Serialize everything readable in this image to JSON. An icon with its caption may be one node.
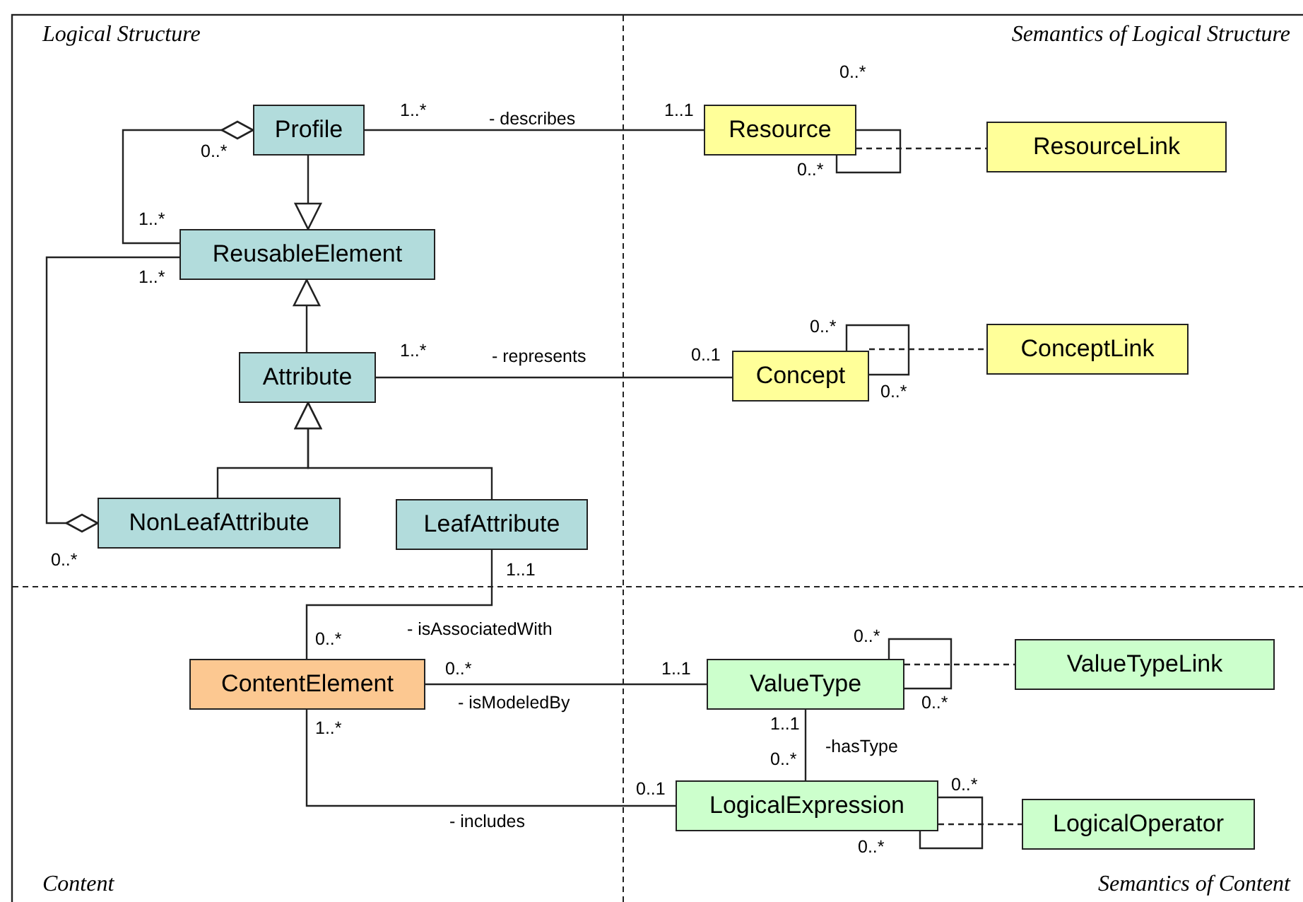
{
  "diagram": {
    "nodes": [
      {
        "text": [
          "Profile"
        ]
      },
      {
        "text": [
          "Resource"
        ]
      },
      {
        "text": [
          "ResourceLink"
        ]
      },
      {
        "text": [
          "ReusableElement"
        ]
      },
      {
        "text": [
          "Attribute"
        ]
      },
      {
        "text": [
          "Concept"
        ]
      },
      {
        "text": [
          "ConceptLink"
        ]
      },
      {
        "text": [
          "NonLeafAttribute"
        ]
      },
      {
        "text": [
          "LeafAttribute"
        ]
      },
      {
        "text": [
          "ContentElement"
        ]
      },
      {
        "text": [
          "ValueType"
        ]
      },
      {
        "text": [
          "ValueTypeLink"
        ]
      },
      {
        "text": [
          "LogicalExpression"
        ]
      },
      {
        "text": [
          "LogicalOperator"
        ]
      }
    ],
    "edges": [
      {
        "from": 0,
        "to": 3,
        "arrow": "other"
      },
      {
        "from": 0,
        "to": 3,
        "arrow": "to"
      },
      {
        "from": 0,
        "to": 1,
        "arrow": "none",
        "label": "- describes"
      },
      {
        "from": 1,
        "to": 1,
        "arrow": "none"
      },
      {
        "from": 1,
        "to": 2,
        "arrow": "none",
        "style": "dashed"
      },
      {
        "from": 4,
        "to": 3,
        "arrow": "to"
      },
      {
        "from": 7,
        "to": 3,
        "arrow": "other"
      },
      {
        "from": 4,
        "to": 5,
        "arrow": "none",
        "label": "- represents"
      },
      {
        "from": 5,
        "to": 5,
        "arrow": "none"
      },
      {
        "from": 5,
        "to": 6,
        "arrow": "none",
        "style": "dashed"
      },
      {
        "from": 7,
        "to": 4,
        "arrow": "to"
      },
      {
        "from": 8,
        "to": 4,
        "arrow": "to"
      },
      {
        "from": 8,
        "to": 9,
        "arrow": "none",
        "label": "- isAssociatedWith"
      },
      {
        "from": 9,
        "to": 10,
        "arrow": "none",
        "label": "- isModeledBy"
      },
      {
        "from": 9,
        "to": 12,
        "arrow": "none",
        "label": "- includes"
      },
      {
        "from": 10,
        "to": 10,
        "arrow": "none"
      },
      {
        "from": 10,
        "to": 11,
        "arrow": "none",
        "style": "dashed"
      },
      {
        "from": 10,
        "to": 12,
        "arrow": "none",
        "label": "-hasType"
      },
      {
        "from": 12,
        "to": 12,
        "arrow": "none"
      },
      {
        "from": 12,
        "to": 13,
        "arrow": "none",
        "style": "dashed"
      }
    ],
    "labels": [
      "Logical Structure",
      "Semantics of Logical Structure",
      "0..*",
      "1..*",
      "1..1",
      "0..*",
      "0..*",
      "1..*",
      "1..*",
      "0..*",
      "1..*",
      "0..1",
      "0..*",
      "0..*",
      "1..1",
      "0..*",
      "0..*",
      "0..*",
      "1..1",
      "0..*",
      "1..1",
      "1..*",
      "0..*",
      "0..*",
      "0..1",
      "0..*",
      "Content",
      "Semantics of Content"
    ]
  }
}
